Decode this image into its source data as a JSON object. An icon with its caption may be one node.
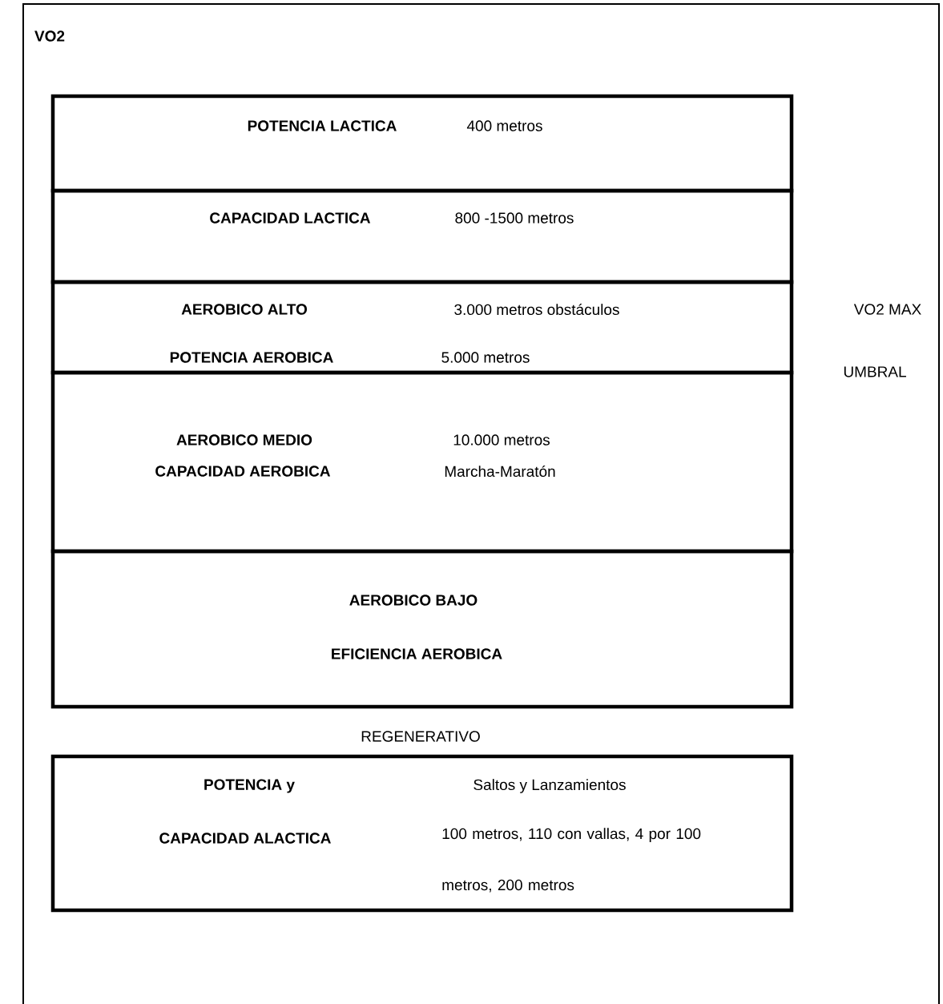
{
  "diagram": {
    "nodes": [
      {
        "text": [
          "VO2"
        ]
      },
      {
        "text": [
          "POTENCIA LACTICA",
          "400 metros"
        ],
        "in": 0
      },
      {
        "text": [
          "CAPACIDAD LACTICA",
          "800 -1500 metros"
        ],
        "in": 0
      },
      {
        "text": [
          "AEROBICO ALTO",
          "3.000 metros obstáculos",
          "POTENCIA AEROBICA",
          "5.000 metros"
        ],
        "in": 0
      },
      {
        "text": [
          "AEROBICO MEDIO",
          "10.000 metros",
          "CAPACIDAD AEROBICA",
          "Marcha-Maratón"
        ],
        "in": 0
      },
      {
        "text": [
          "AEROBICO BAJO",
          "EFICIENCIA AEROBICA"
        ],
        "in": 0
      },
      {
        "text": [
          "POTENCIA y",
          "Saltos y Lanzamientos",
          "CAPACIDAD ALACTICA",
          "100 metros, 110 con vallas, 4 por 100 metros, 200 metros"
        ],
        "in": 0
      }
    ],
    "labels": [
      "VO2 MAX",
      "UMBRAL",
      "REGENERATIVO"
    ]
  }
}
